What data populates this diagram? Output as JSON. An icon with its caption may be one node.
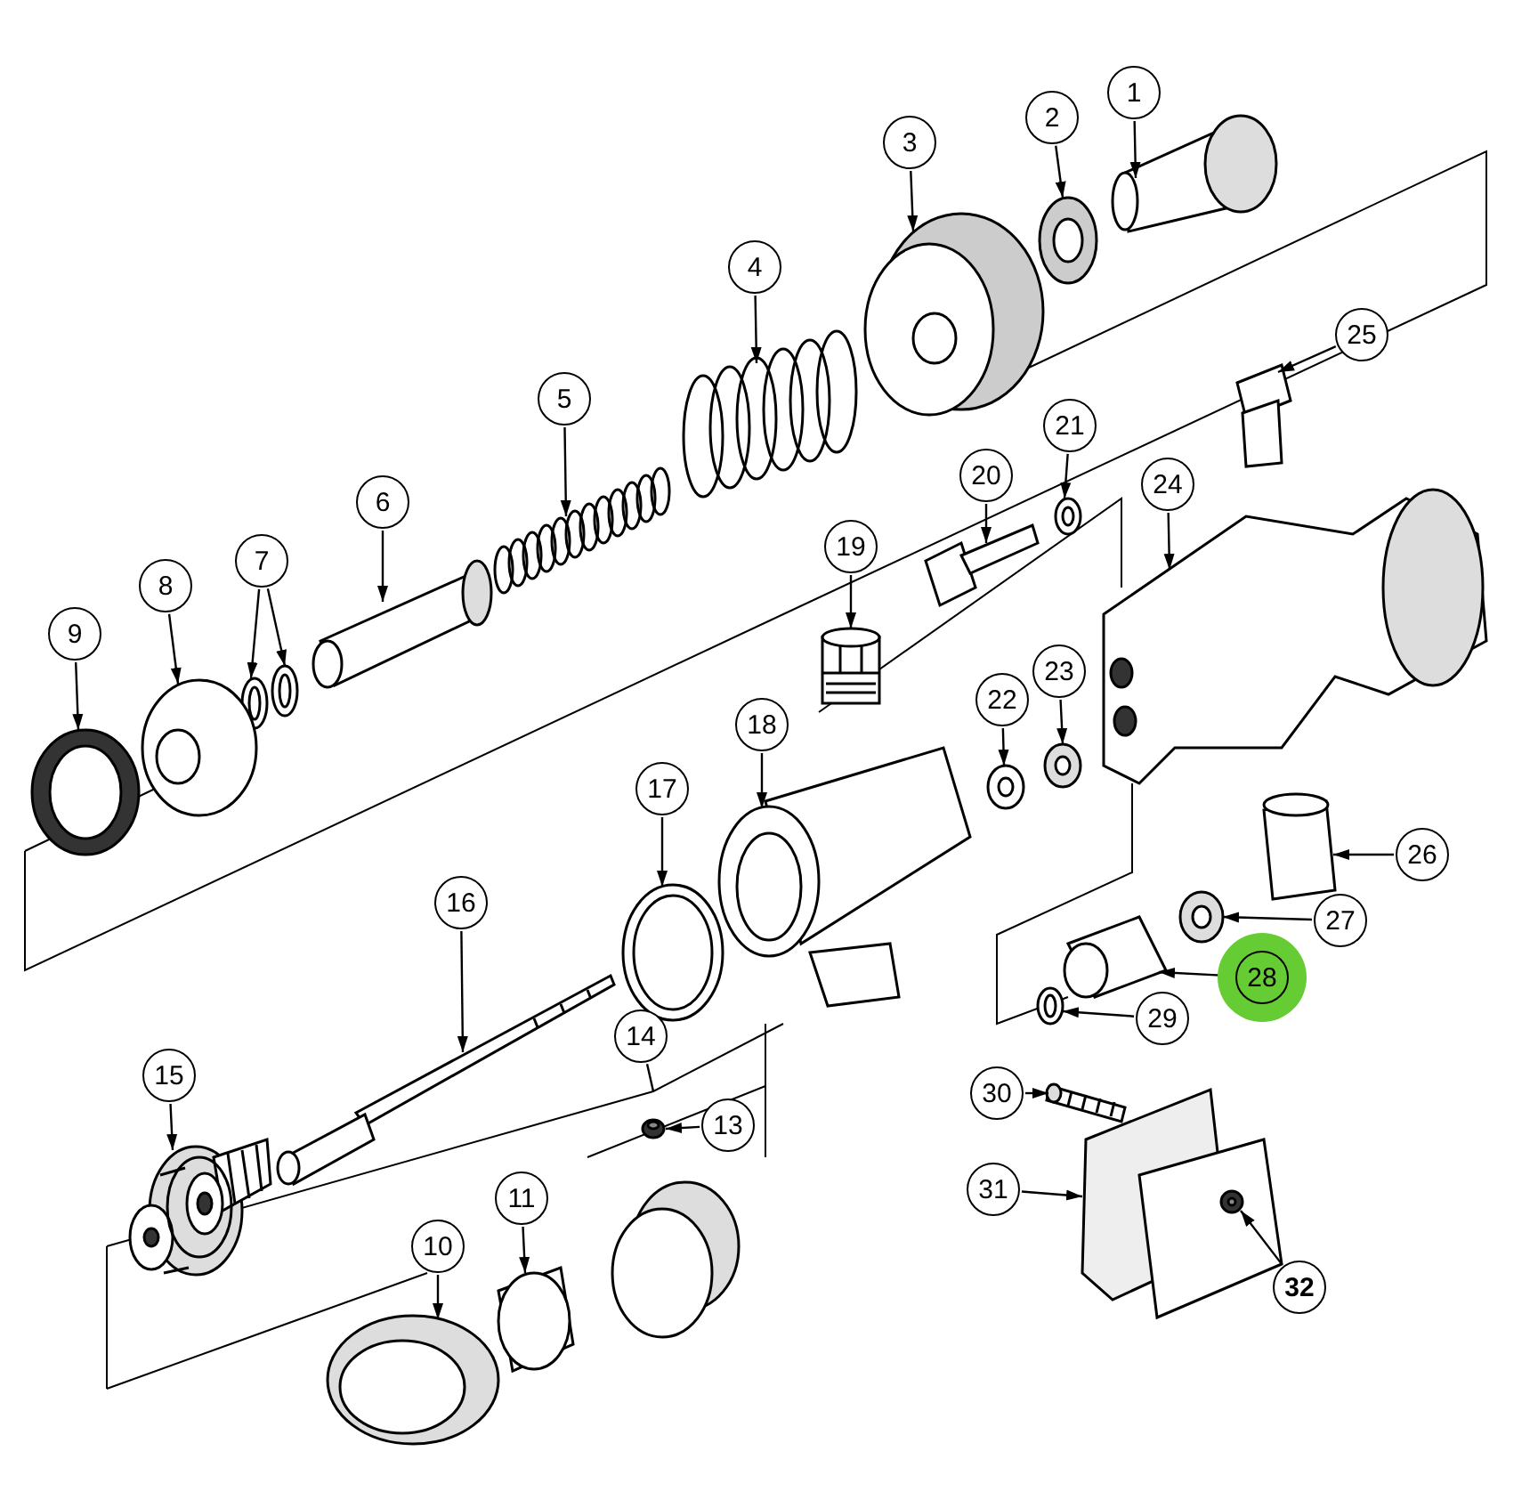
{
  "diagram": {
    "nodes": [
      {
        "text": [
          "1"
        ]
      },
      {
        "text": [
          "2"
        ]
      },
      {
        "text": [
          "3"
        ]
      },
      {
        "text": [
          "4"
        ]
      },
      {
        "text": [
          "5"
        ]
      },
      {
        "text": [
          "6"
        ]
      },
      {
        "text": [
          "7"
        ]
      },
      {
        "text": [
          "8"
        ]
      },
      {
        "text": [
          "9"
        ]
      },
      {
        "text": [
          "10"
        ]
      },
      {
        "text": [
          "11"
        ]
      },
      {
        "text": [
          "13"
        ]
      },
      {
        "text": [
          "14"
        ]
      },
      {
        "text": [
          "15"
        ]
      },
      {
        "text": [
          "16"
        ]
      },
      {
        "text": [
          "17"
        ]
      },
      {
        "text": [
          "18"
        ]
      },
      {
        "text": [
          "19"
        ]
      },
      {
        "text": [
          "20"
        ]
      },
      {
        "text": [
          "21"
        ]
      },
      {
        "text": [
          "22"
        ]
      },
      {
        "text": [
          "23"
        ]
      },
      {
        "text": [
          "24"
        ]
      },
      {
        "text": [
          "25"
        ]
      },
      {
        "text": [
          "26"
        ]
      },
      {
        "text": [
          "27"
        ]
      },
      {
        "text": [
          "28"
        ]
      },
      {
        "text": [
          "29"
        ]
      },
      {
        "text": [
          "30"
        ]
      },
      {
        "text": [
          "31"
        ]
      },
      {
        "text": [
          "32"
        ]
      },
      {
        "text": [],
        "shape": "picture"
      },
      {
        "text": [],
        "shape": "picture"
      },
      {
        "text": [],
        "shape": "picture"
      },
      {
        "text": [],
        "shape": "picture"
      },
      {
        "text": [],
        "shape": "picture"
      },
      {
        "text": [],
        "shape": "picture"
      },
      {
        "text": [],
        "shape": "picture"
      },
      {
        "text": [],
        "shape": "picture"
      },
      {
        "text": [],
        "shape": "picture"
      },
      {
        "text": [],
        "shape": "picture"
      },
      {
        "text": [],
        "shape": "picture"
      },
      {
        "text": [],
        "shape": "picture"
      },
      {
        "text": [],
        "shape": "picture"
      },
      {
        "text": [],
        "shape": "picture"
      },
      {
        "text": [],
        "shape": "picture"
      },
      {
        "text": [],
        "shape": "picture"
      },
      {
        "text": [],
        "shape": "picture"
      },
      {
        "text": [],
        "shape": "picture"
      },
      {
        "text": [],
        "shape": "picture"
      },
      {
        "text": [],
        "shape": "picture"
      },
      {
        "text": [],
        "shape": "picture"
      },
      {
        "text": [],
        "shape": "picture"
      },
      {
        "text": [],
        "shape": "picture"
      },
      {
        "text": [],
        "shape": "picture"
      },
      {
        "text": [],
        "shape": "picture"
      },
      {
        "text": [],
        "shape": "picture"
      },
      {
        "text": [],
        "shape": "picture"
      },
      {
        "text": [],
        "shape": "picture"
      },
      {
        "text": [],
        "shape": "picture"
      },
      {
        "text": [],
        "shape": "picture"
      },
      {
        "text": [],
        "shape": "picture"
      }
    ],
    "edges": [
      {
        "from": 0,
        "to": 31,
        "arrow": "to"
      },
      {
        "from": 1,
        "to": 32,
        "arrow": "to"
      },
      {
        "from": 2,
        "to": 33,
        "arrow": "to"
      },
      {
        "from": 3,
        "to": 34,
        "arrow": "to"
      },
      {
        "from": 4,
        "to": 35,
        "arrow": "to"
      },
      {
        "from": 5,
        "to": 36,
        "arrow": "to"
      },
      {
        "from": 6,
        "to": 37,
        "arrow": "to"
      },
      {
        "from": 6,
        "to": 38,
        "arrow": "to"
      },
      {
        "from": 7,
        "to": 39,
        "arrow": "to"
      },
      {
        "from": 8,
        "to": 40,
        "arrow": "to"
      },
      {
        "from": 9,
        "to": 41,
        "arrow": "to"
      },
      {
        "from": 10,
        "to": 42,
        "arrow": "to"
      },
      {
        "from": 11,
        "to": 43,
        "arrow": "to"
      },
      {
        "from": 12,
        "to": null,
        "arrow": "none"
      },
      {
        "from": 13,
        "to": 44,
        "arrow": "to"
      },
      {
        "from": 14,
        "to": 45,
        "arrow": "to"
      },
      {
        "from": 15,
        "to": 46,
        "arrow": "to"
      },
      {
        "from": 16,
        "to": 47,
        "arrow": "to"
      },
      {
        "from": 17,
        "to": 48,
        "arrow": "to"
      },
      {
        "from": 18,
        "to": 49,
        "arrow": "to"
      },
      {
        "from": 19,
        "to": 50,
        "arrow": "to"
      },
      {
        "from": 20,
        "to": 51,
        "arrow": "to"
      },
      {
        "from": 21,
        "to": 52,
        "arrow": "to"
      },
      {
        "from": 22,
        "to": 53,
        "arrow": "to"
      },
      {
        "from": 23,
        "to": 54,
        "arrow": "to"
      },
      {
        "from": 24,
        "to": 55,
        "arrow": "to"
      },
      {
        "from": 25,
        "to": 56,
        "arrow": "to"
      },
      {
        "from": 26,
        "to": 57,
        "arrow": "to"
      },
      {
        "from": 27,
        "to": 58,
        "arrow": "to"
      },
      {
        "from": 28,
        "to": 59,
        "arrow": "to"
      },
      {
        "from": 29,
        "to": 60,
        "arrow": "to"
      },
      {
        "from": 30,
        "to": 61,
        "arrow": "to"
      }
    ]
  }
}
